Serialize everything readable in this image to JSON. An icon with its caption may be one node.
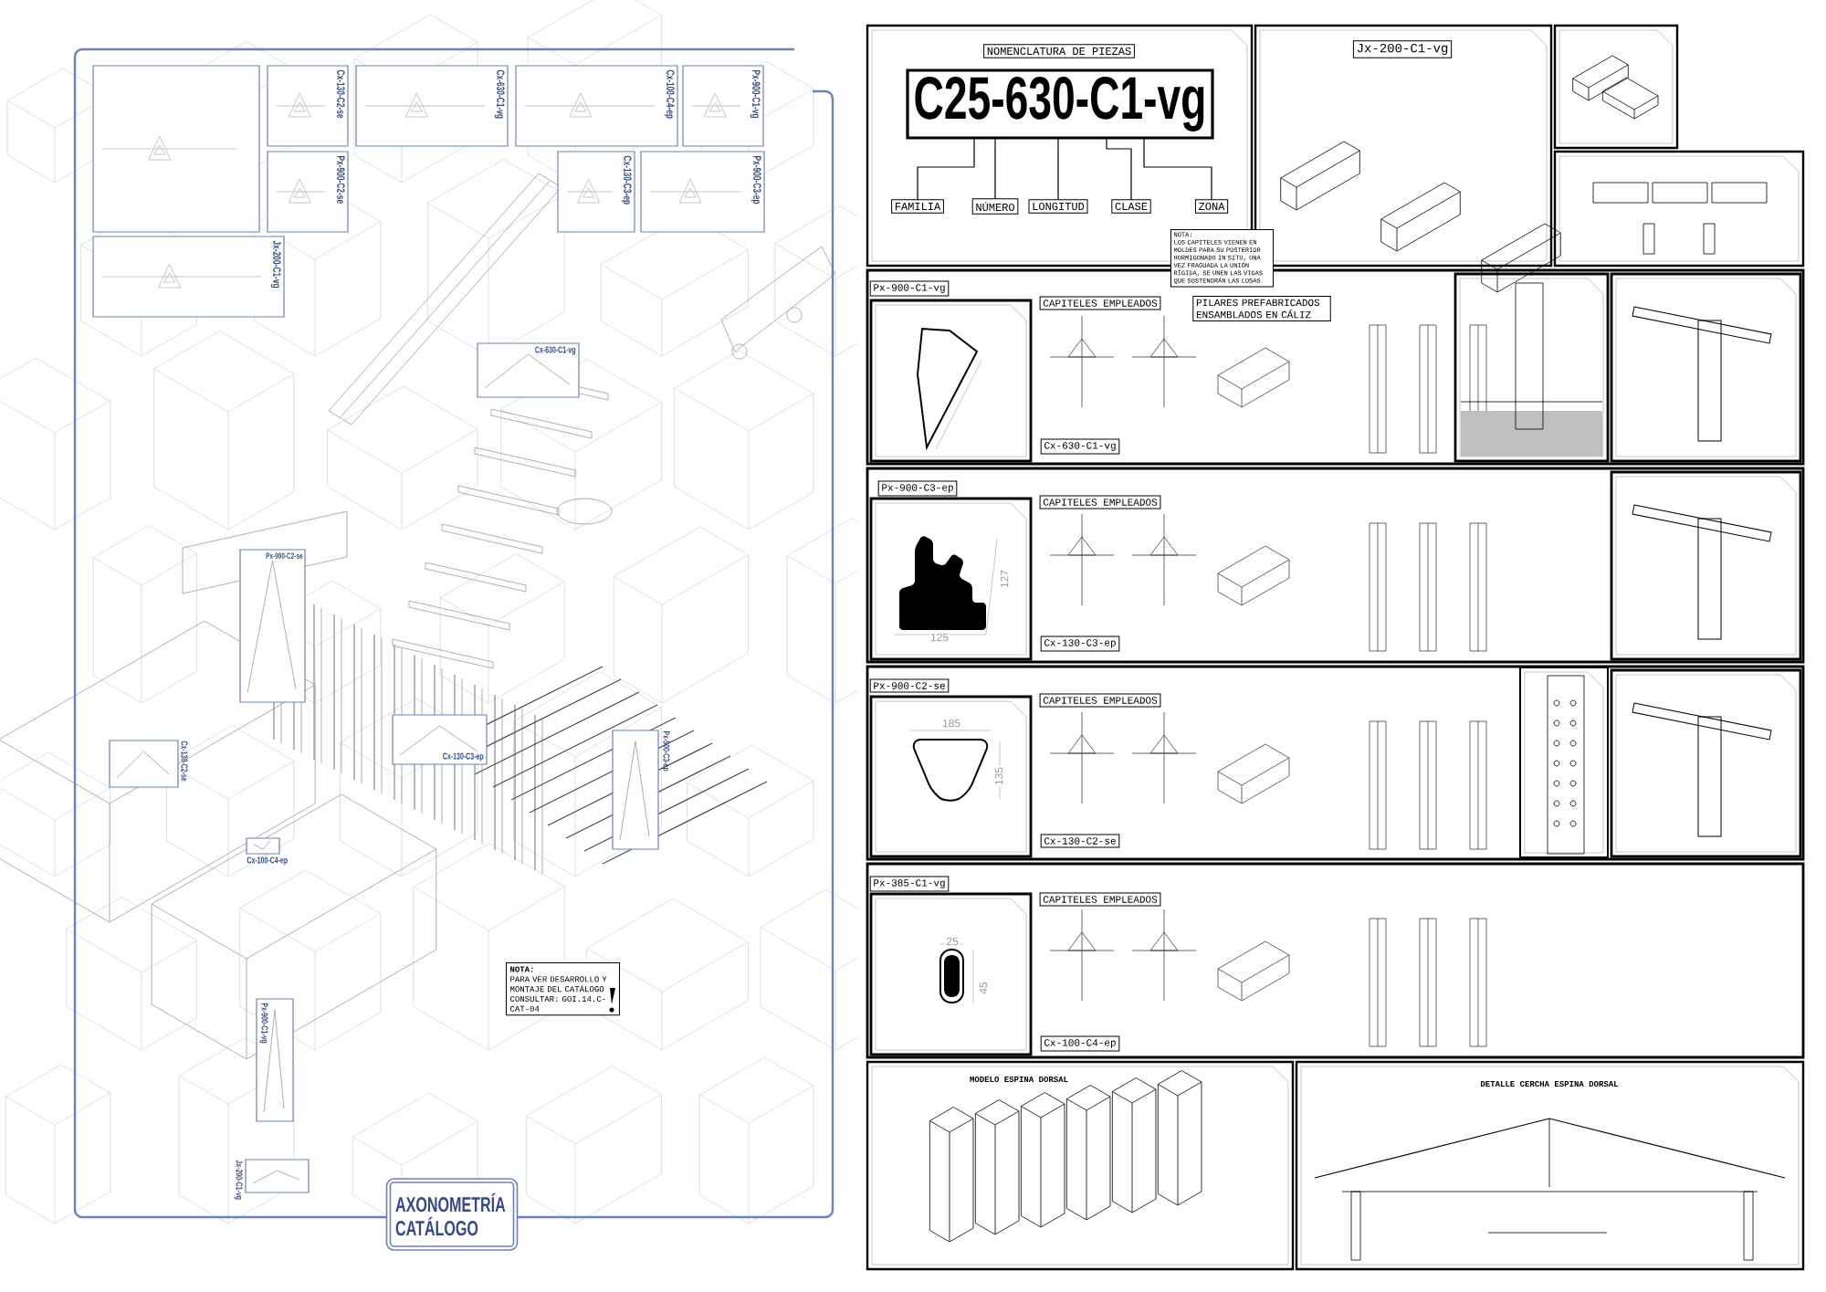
{
  "diagram": {
    "nodes": [
      {
        "text": [],
        "shape": "box"
      },
      {
        "text": [
          "Cx-130-C2-se"
        ]
      },
      {
        "text": [
          "Cx-630-C1-vg"
        ]
      },
      {
        "text": [
          "Cx-100-C4-ep"
        ]
      },
      {
        "text": [
          "Px-900-C1-vg"
        ]
      },
      {
        "text": [
          "Px-900-C2-se"
        ]
      },
      {
        "text": [
          "Cx-130-C3-ep"
        ]
      },
      {
        "text": [
          "Px-900-C3-ep"
        ]
      },
      {
        "text": [
          "Jx-200-C1-vg"
        ]
      },
      {
        "text": [
          "Cx-630-C1-vg"
        ]
      },
      {
        "text": [
          "Px-900-C2-se"
        ]
      },
      {
        "text": [],
        "shape": "box",
        "beside": [
          "Cx-130-C2-se"
        ]
      },
      {
        "text": [
          "Cx-130-C3-ep"
        ]
      },
      {
        "text": [],
        "shape": "box",
        "beside": [
          "Px-900-C3-ep"
        ]
      },
      {
        "text": [],
        "shape": "box",
        "beside": [
          "Cx-100-C4-ep"
        ]
      },
      {
        "text": [
          "Px-900-C1-vg"
        ]
      },
      {
        "text": [],
        "shape": "box",
        "beside": [
          "Jx-200-C1-vg"
        ]
      },
      {
        "text": [
          "NOTA:",
          "PARA VER DESARROLLO Y MONTAJE DEL CATÁLOGO CONSULTAR: GOI.14.C-CAT-04"
        ]
      },
      {
        "text": [
          "AXONOMETRÍA CATÁLOGO"
        ]
      },
      {
        "text": [
          "NOMENCLATURA DE PIEZAS"
        ]
      },
      {
        "text": [
          "C25-630-C1-vg"
        ]
      },
      {
        "text": [
          "FAMILIA"
        ]
      },
      {
        "text": [
          "NÚMERO"
        ]
      },
      {
        "text": [
          "LONGITUD"
        ]
      },
      {
        "text": [
          "CLASE"
        ]
      },
      {
        "text": [
          "ZONA"
        ]
      },
      {
        "text": [
          "NOTA:",
          "LOS CAPITELES VIENEN EN MOLDES PARA SU POSTERIOR HORMIGONADO IN SITU, UNA VEZ FRAGUADA LA UNIÓN RÍGIDA, SE UNEN LAS VIGAS QUE SOSTENDRÁN LAS LOSAS"
        ]
      },
      {
        "text": [
          "Jx-200-C1-vg"
        ]
      },
      {
        "text": [
          "Px-900-C1-vg"
        ]
      },
      {
        "text": [
          "CAPITELES EMPLEADOS"
        ]
      },
      {
        "text": [
          "PILARES PREFABRICADOS ENSAMBLADOS EN CÁLIZ"
        ]
      },
      {
        "text": [
          "Cx-630-C1-vg"
        ]
      },
      {
        "text": [
          "Px-900-C3-ep"
        ]
      },
      {
        "text": [
          "CAPITELES EMPLEADOS"
        ]
      },
      {
        "text": [
          "Cx-130-C3-ep"
        ]
      },
      {
        "text": [
          "Px-900-C2-se"
        ]
      },
      {
        "text": [
          "CAPITELES EMPLEADOS"
        ]
      },
      {
        "text": [
          "Cx-130-C2-se"
        ]
      },
      {
        "text": [
          "Px-385-C1-vg"
        ]
      },
      {
        "text": [
          "CAPITELES EMPLEADOS"
        ]
      },
      {
        "text": [
          "Cx-100-C4-ep"
        ]
      }
    ],
    "edges": [
      {
        "from": 20,
        "to": 21,
        "arrow": "none"
      },
      {
        "from": 20,
        "to": 22,
        "arrow": "none"
      },
      {
        "from": 20,
        "to": 23,
        "arrow": "none"
      },
      {
        "from": 20,
        "to": 24,
        "arrow": "none"
      },
      {
        "from": 20,
        "to": 25,
        "arrow": "none"
      }
    ],
    "labels": [
      "127",
      "125",
      "185",
      "135",
      "25",
      "45",
      "MODELO ESPINA DORSAL",
      "DETALLE CERCHA ESPINA DORSAL"
    ]
  }
}
